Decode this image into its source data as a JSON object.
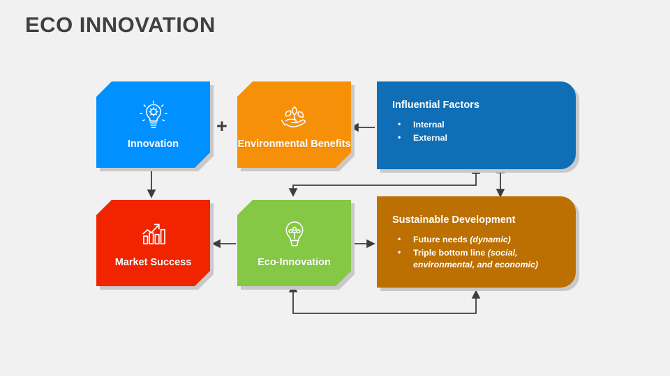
{
  "page": {
    "title": "ECO INNOVATION",
    "background_color": "#f1f1f1",
    "title_color": "#404040"
  },
  "operators": {
    "plus": "+"
  },
  "cards": [
    {
      "id": "innovation",
      "label": "Innovation",
      "icon": "lightbulb-gear-icon",
      "color": "#0090ff"
    },
    {
      "id": "environmental-benefits",
      "label": "Environmental Benefits",
      "icon": "hand-plant-icon",
      "color": "#f79009"
    },
    {
      "id": "market-success",
      "label": "Market Success",
      "icon": "bar-chart-growth-icon",
      "color": "#f22400"
    },
    {
      "id": "eco-innovation",
      "label": "Eco-Innovation",
      "icon": "lightbulb-plant-icon",
      "color": "#84c846"
    }
  ],
  "panels": [
    {
      "id": "influential-factors",
      "title": "Influential Factors",
      "color": "#0f6eb5",
      "items": [
        {
          "text": "Internal",
          "emphasis": ""
        },
        {
          "text": "External",
          "emphasis": ""
        }
      ]
    },
    {
      "id": "sustainable-development",
      "title": "Sustainable Development",
      "color": "#bc7001",
      "items": [
        {
          "text": "Future needs ",
          "emphasis": "(dynamic)"
        },
        {
          "text": "Triple bottom line ",
          "emphasis": "(social, environmental, and economic)"
        }
      ]
    }
  ],
  "connectors": {
    "stroke_color": "#3d3d3d",
    "list": [
      {
        "name": "influential-factors-to-environmental-benefits",
        "direction": "left"
      },
      {
        "name": "innovation-to-market-success",
        "direction": "down"
      },
      {
        "name": "eco-innovation-to-market-success",
        "direction": "left"
      },
      {
        "name": "eco-innovation-to-sustainable-development",
        "direction": "both"
      },
      {
        "name": "influential-factors-to-sustainable-development",
        "direction": "both"
      },
      {
        "name": "influential-factors-to-eco-innovation",
        "direction": "elbow-down"
      },
      {
        "name": "eco-innovation-and-sustainable-development-feedback",
        "direction": "u-up"
      }
    ]
  }
}
